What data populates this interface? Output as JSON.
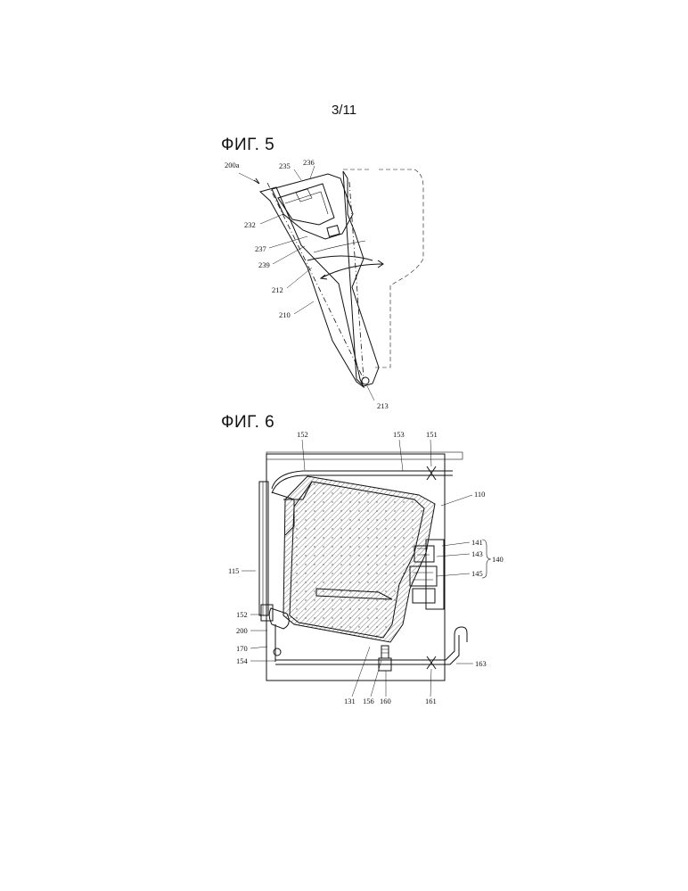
{
  "page_number": "3/11",
  "figures": [
    {
      "title": "ФИГ. 5",
      "labels": [
        "200a",
        "235",
        "236",
        "232",
        "237",
        "239",
        "212",
        "210",
        "213"
      ]
    },
    {
      "title": "ФИГ. 6",
      "labels": [
        "152",
        "153",
        "151",
        "110",
        "141",
        "143",
        "140",
        "145",
        "115",
        "152",
        "200",
        "170",
        "154",
        "163",
        "131",
        "156",
        "160",
        "161"
      ]
    }
  ]
}
